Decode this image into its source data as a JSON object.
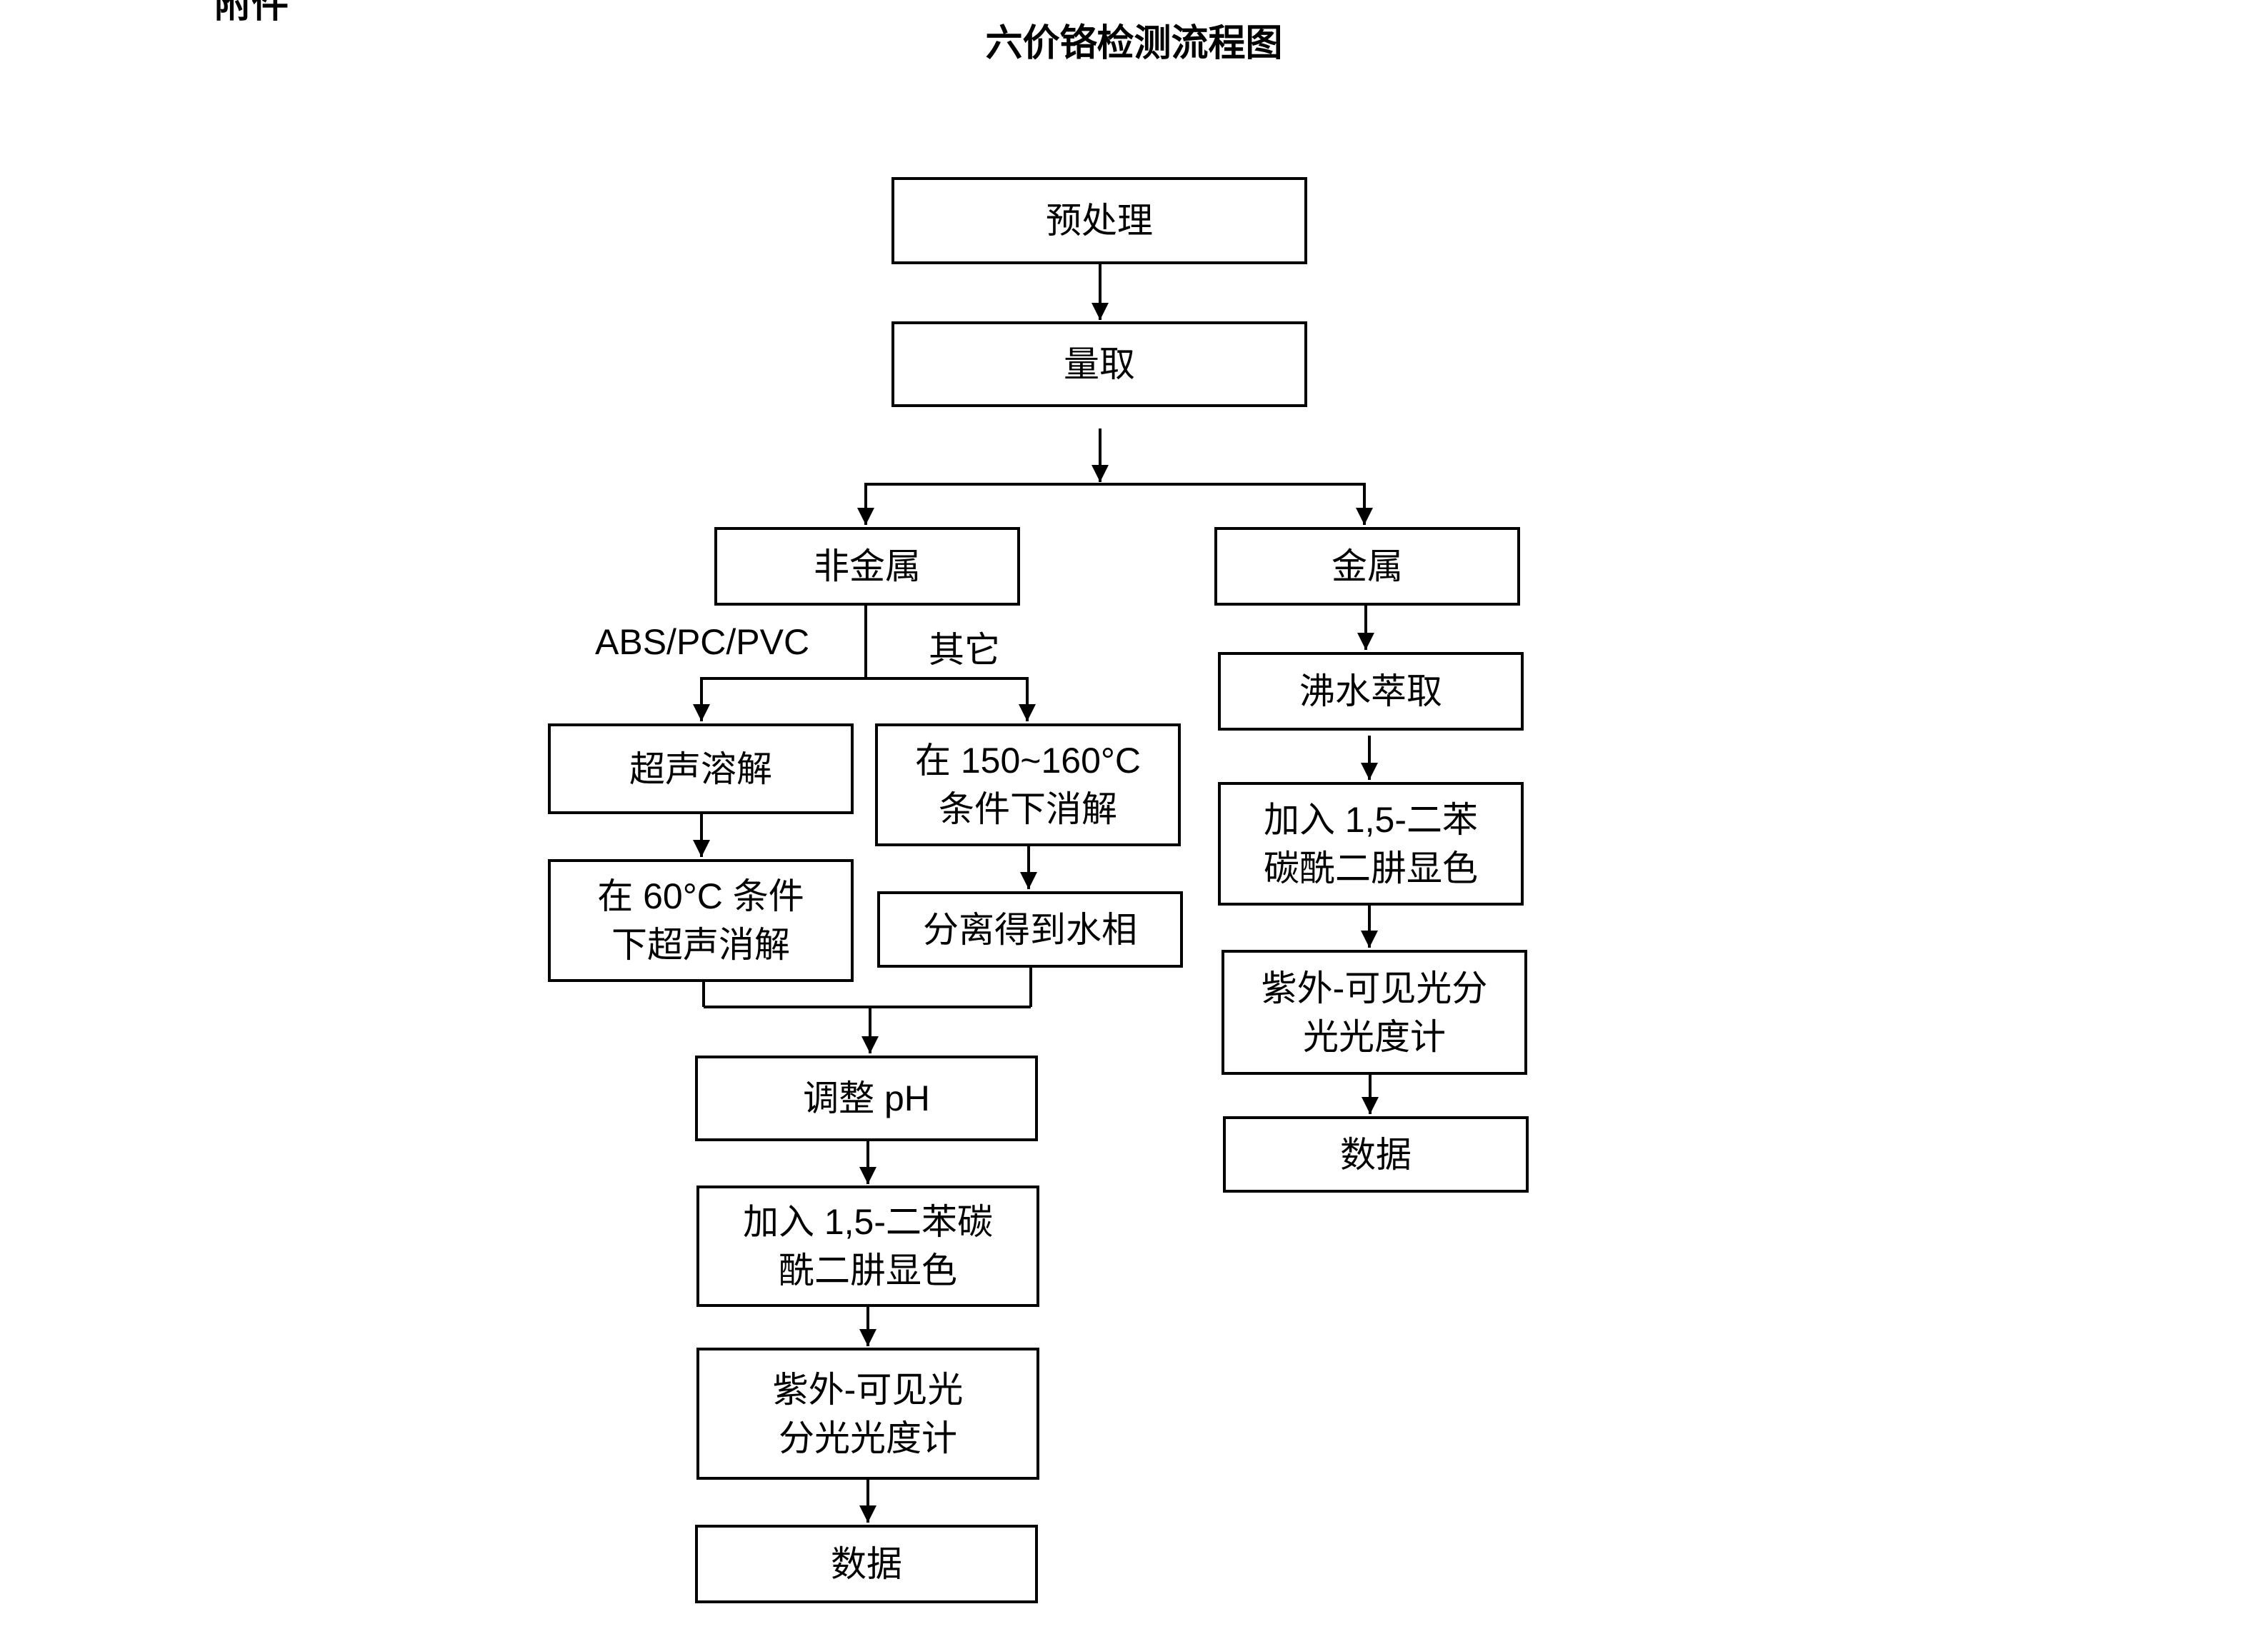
{
  "header": {
    "cut_text": "附件",
    "title": "六价铬检测流程图"
  },
  "flow": {
    "pretreat": "预处理",
    "measure": "量取",
    "nonmetal": "非金属",
    "metal": "金属",
    "branch_abs": "ABS/PC/PVC",
    "branch_other": "其它",
    "left": {
      "ultrasonic_dissolve": "超声溶解",
      "ultrasonic_digest_l1": "在 60°C 条件",
      "ultrasonic_digest_l2": "下超声消解"
    },
    "middle": {
      "digest_l1": "在 150~160°C",
      "digest_l2": "条件下消解",
      "separate": "分离得到水相"
    },
    "nonmetal_common": {
      "adjust_ph": "调整 pH",
      "color_l1": "加入 1,5-二苯碳",
      "color_l2": "酰二肼显色",
      "uv_l1": "紫外-可见光",
      "uv_l2": "分光光度计",
      "data": "数据"
    },
    "metal_path": {
      "extract": "沸水萃取",
      "color_l1": "加入 1,5-二苯",
      "color_l2": "碳酰二肼显色",
      "uv_l1": "紫外-可见光分",
      "uv_l2": "光光度计",
      "data": "数据"
    }
  }
}
